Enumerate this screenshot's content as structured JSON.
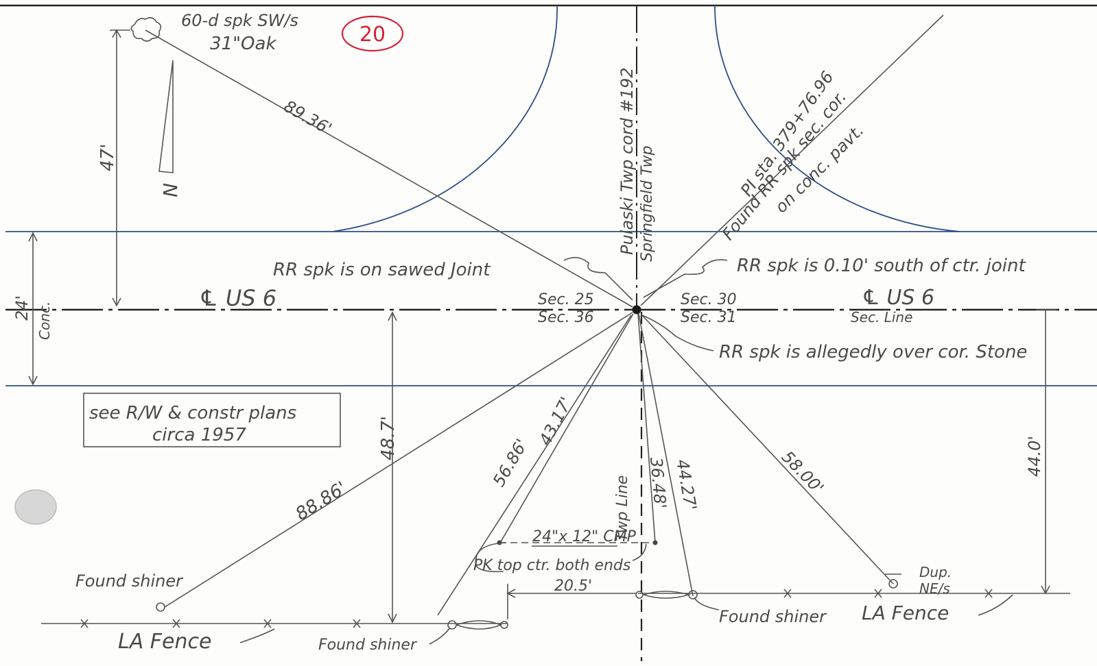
{
  "tree": {
    "line1": "60-d spk SW/s",
    "line2": "31\"Oak"
  },
  "sheet_number": "20",
  "dims": {
    "oak_dist": "89.36'",
    "oak_vert": "47'",
    "conc_width": "24'",
    "conc_label": "Conc.",
    "sw_shiner_dist": "88.86'",
    "left_vert": "48.7'",
    "cmp_west_dist": "56.86'",
    "fence_west_dist": "43.17'",
    "cmp_east_dist": "36.48'",
    "shiner_east_dist": "44.27'",
    "dup_dist": "58.00'",
    "right_vert": "44.0'",
    "offset_20": "20.5'"
  },
  "labels": {
    "pi": "PI sta. 379+76.96",
    "found_rr": "Found RR spk sec. cor.",
    "on_conc": "on conc. pavt.",
    "twp_rotated": "Pulaski Twp  cord #192",
    "springfield": "Springfield Twp",
    "rr_sawed": "RR spk is on sawed Joint",
    "rr_south": "RR spk is 0.10' south of ctr. joint",
    "rr_alleged": "RR spk is allegedly over cor. Stone",
    "cl_us6_left": "℄ US 6",
    "cl_us6_right": "℄ US 6",
    "sec_line": "Sec. Line",
    "sec25": "Sec. 25",
    "sec36": "Sec. 36",
    "sec30": "Sec. 30",
    "sec31": "Sec. 31",
    "see_plans1": "see R/W & constr plans",
    "see_plans2": "circa 1957",
    "cmp": "24\"x 12\" CMP",
    "pk_top": "PK top ctr. both ends",
    "twp_line": "Twp Line",
    "found_shiner_sw": "Found shiner",
    "found_shiner_bottom": "Found shiner",
    "found_shiner_east": "Found shiner",
    "la_fence_left": "LA Fence",
    "la_fence_right": "LA Fence",
    "dup": "Dup.",
    "ne_s": "NE/s",
    "north_arrow": "N"
  },
  "colors": {
    "ink": "#555555",
    "blue": "#2b4f86",
    "red": "#d3213a"
  }
}
